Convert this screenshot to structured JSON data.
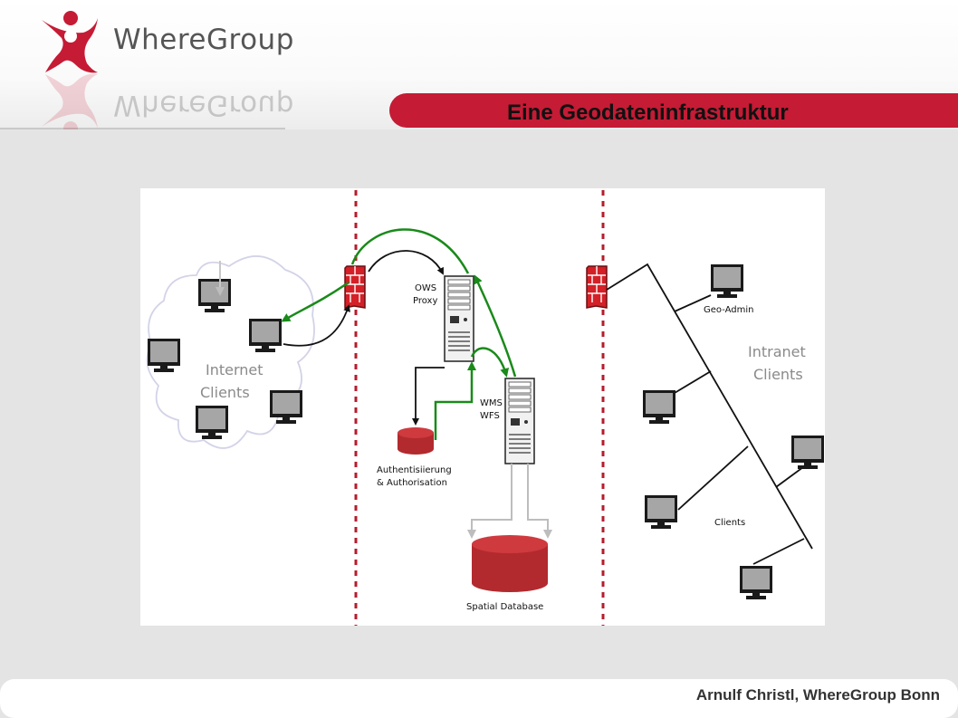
{
  "header": {
    "logo_text": "WhereGroup",
    "title": "Eine Geodateninfrastruktur"
  },
  "diagram": {
    "labels": {
      "internet_clients": [
        "Internet",
        "Clients"
      ],
      "ows_proxy": [
        "OWS",
        "Proxy"
      ],
      "wms_wfs": [
        "WMS",
        "WFS"
      ],
      "auth": [
        "Authentisiierung",
        "& Authorisation"
      ],
      "spatial_db": "Spatial Database",
      "geo_admin": "Geo-Admin",
      "intranet_clients": [
        "Intranet",
        "Clients"
      ],
      "clients": "Clients"
    },
    "colors": {
      "firewall": "#d42027",
      "database": "#b22a2e",
      "green_arrow": "#1a8a1a",
      "dashed_line": "#b71c2c",
      "cloud": "#d3d3e8"
    }
  },
  "footer": {
    "credit": "Arnulf Christl, WhereGroup Bonn"
  }
}
